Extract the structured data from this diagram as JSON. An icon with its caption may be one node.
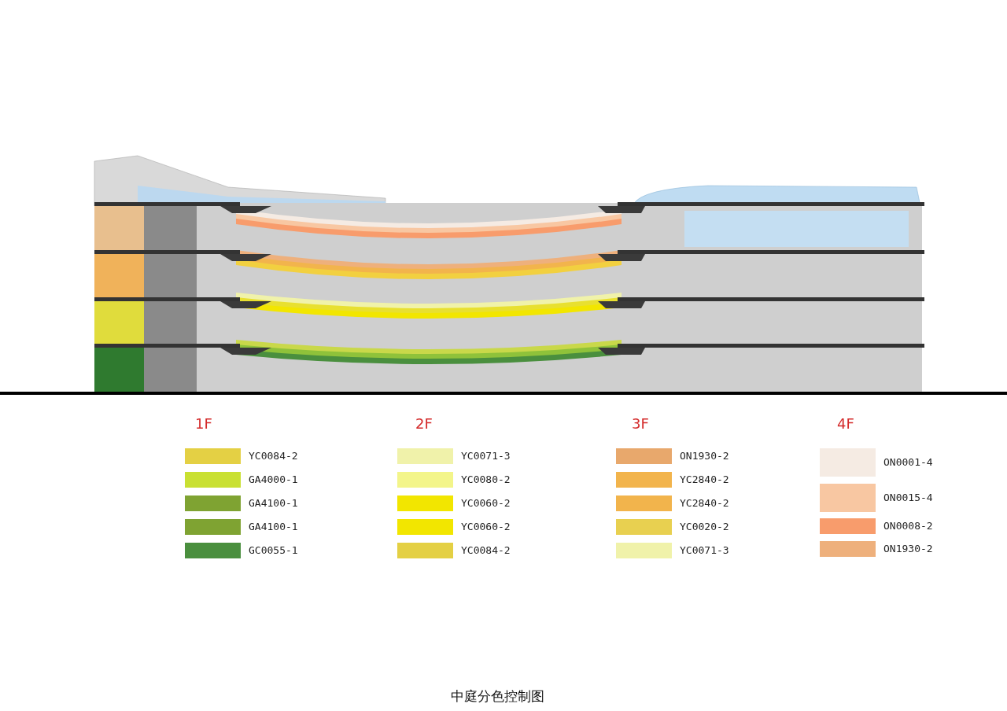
{
  "diagram": {
    "caption": "中庭分色控制图",
    "labels": [
      "1F",
      "2F",
      "3F",
      "4F"
    ],
    "legend": [
      {
        "text": "YC0084-2",
        "color": "#e4d044"
      },
      {
        "text": "GA4000-1",
        "color": "#c9e032"
      },
      {
        "text": "GA4100-1",
        "color": "#7fa332"
      },
      {
        "text": "GA4100-1",
        "color": "#7fa332"
      },
      {
        "text": "GC0055-1",
        "color": "#4a8f3e"
      },
      {
        "text": "YC0071-3",
        "color": "#f0f2aa"
      },
      {
        "text": "YC0080-2",
        "color": "#f3f58a"
      },
      {
        "text": "YC0060-2",
        "color": "#f2e600"
      },
      {
        "text": "YC0060-2",
        "color": "#f2e600"
      },
      {
        "text": "YC0084-2",
        "color": "#e4d044"
      },
      {
        "text": "ON1930-2",
        "color": "#e8a86c"
      },
      {
        "text": "YC2840-2",
        "color": "#f2b44c"
      },
      {
        "text": "YC2840-2",
        "color": "#f2b44c"
      },
      {
        "text": "YC0020-2",
        "color": "#e8d050"
      },
      {
        "text": "YC0071-3",
        "color": "#f0f2aa"
      },
      {
        "text": "ON0001-4",
        "color": "#f5ebe3"
      },
      {
        "text": "ON0015-4",
        "color": "#f8c7a2"
      },
      {
        "text": "ON0008-2",
        "color": "#f89c6c"
      },
      {
        "text": "ON1930-2",
        "color": "#eeb07c"
      }
    ]
  }
}
